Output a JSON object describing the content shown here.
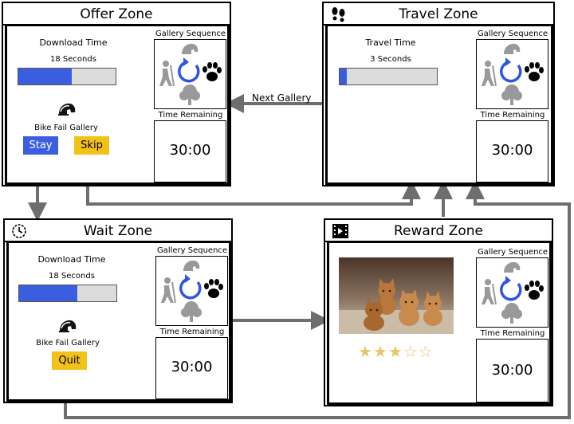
{
  "offer": {
    "title": "Offer Zone",
    "time_label": "Download Time",
    "time_value": "18 Seconds",
    "progress": 0.55,
    "gallery_name": "Bike Fail Gallery",
    "stay": "Stay",
    "skip": "Skip",
    "sequence_title": "Gallery Sequence",
    "remaining_title": "Time Remaining",
    "remaining": "30:00"
  },
  "travel": {
    "title": "Travel Zone",
    "time_label": "Travel Time",
    "time_value": "3 Seconds",
    "progress": 0.07,
    "sequence_title": "Gallery Sequence",
    "remaining_title": "Time Remaining",
    "remaining": "30:00"
  },
  "wait": {
    "title": "Wait Zone",
    "time_label": "Download Time",
    "time_value": "18 Seconds",
    "progress": 0.6,
    "gallery_name": "Bike Fail Gallery",
    "quit": "Quit",
    "sequence_title": "Gallery Sequence",
    "remaining_title": "Time Remaining",
    "remaining": "30:00"
  },
  "reward": {
    "title": "Reward Zone",
    "rating": 3,
    "rating_max": 5,
    "sequence_title": "Gallery Sequence",
    "remaining_title": "Time Remaining",
    "remaining": "30:00"
  },
  "flow": {
    "next_gallery": "Next Gallery"
  },
  "colors": {
    "progress": "#3b5ee0",
    "button_blue": "#3b5ee0",
    "button_yellow": "#f2c21b",
    "arrow": "#6e6e6e",
    "star": "#e8c56b"
  }
}
